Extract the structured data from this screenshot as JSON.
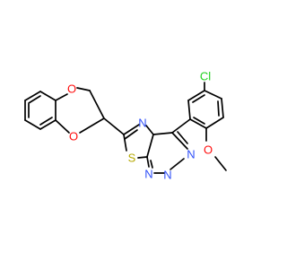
{
  "molecule": {
    "atoms": [
      {
        "id": "O1",
        "text": "O",
        "color": "#ff0d0d"
      },
      {
        "id": "O2",
        "text": "O",
        "color": "#ff0d0d"
      },
      {
        "id": "N1",
        "text": "N",
        "color": "#3050f8"
      },
      {
        "id": "N2",
        "text": "N",
        "color": "#3050f8"
      },
      {
        "id": "N3",
        "text": "N",
        "color": "#3050f8"
      },
      {
        "id": "N4",
        "text": "N",
        "color": "#3050f8"
      },
      {
        "id": "S1",
        "text": "S",
        "color": "#b5a800"
      },
      {
        "id": "Cl1",
        "text": "Cl",
        "color": "#1fd01f"
      },
      {
        "id": "O3",
        "text": "O",
        "color": "#ff0d0d"
      }
    ]
  }
}
